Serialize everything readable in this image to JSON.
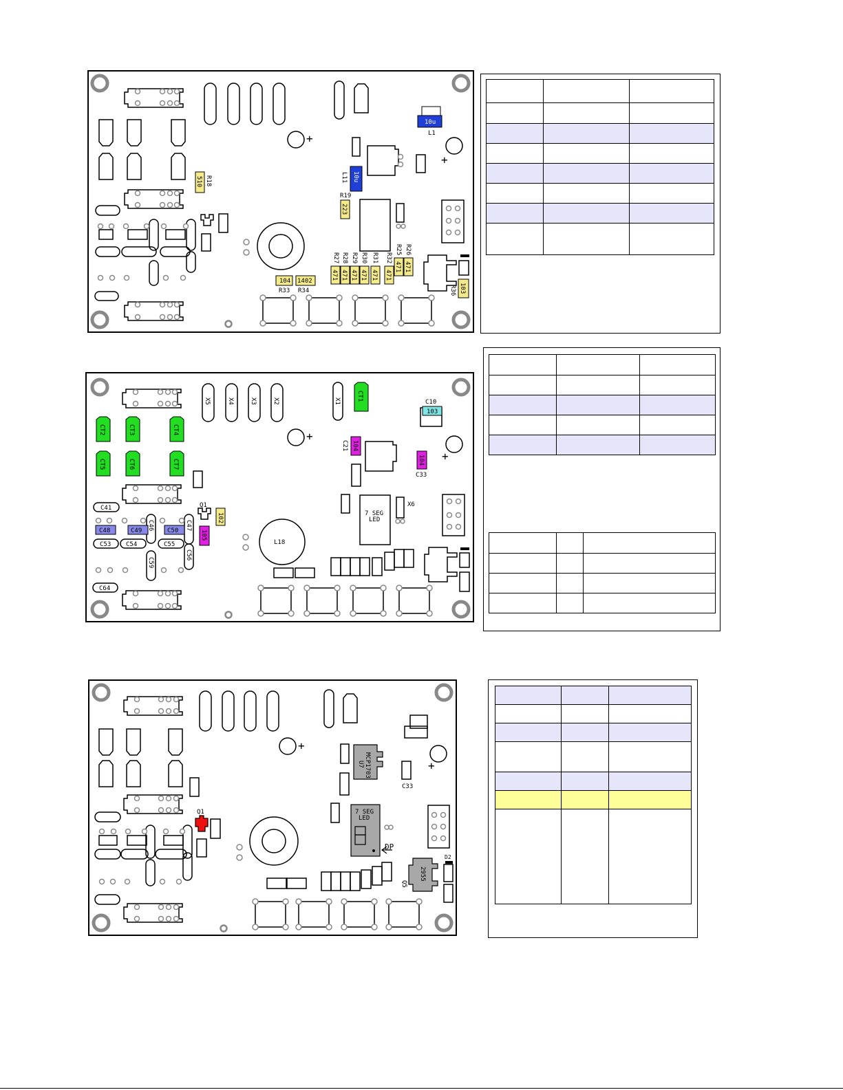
{
  "board1": {
    "parts": {
      "l1_value": "10u",
      "l1_ref": "L1",
      "l11_value": "10u",
      "l11_ref": "L11",
      "r18_value": "510",
      "r18_ref": "R18",
      "r19_value": "223",
      "r19_ref": "R19",
      "r33_value": "104",
      "r33_ref": "R33",
      "r34_value": "1402",
      "r34_ref": "R34",
      "r36_value": "103",
      "r36_ref": "R36",
      "r27": "R27",
      "r28": "R28",
      "r29": "R29",
      "r30": "R30",
      "r31": "R31",
      "r32": "R32",
      "r25": "R25",
      "r26": "R26",
      "res_value": "471",
      "plus": "+"
    }
  },
  "board2": {
    "parts": {
      "x5": "X5",
      "x4": "X4",
      "x3": "X3",
      "x2": "X2",
      "x1": "X1",
      "ct1": "CT1",
      "ct2": "CT2",
      "ct3": "CT3",
      "ct4": "CT4",
      "ct5": "CT5",
      "ct6": "CT6",
      "ct7": "CT7",
      "c10_ref": "C10",
      "c10_value": "103",
      "c21_ref": "C21",
      "c21_value": "104",
      "c33_ref": "C33",
      "c33_value": "104",
      "q1": "Q1",
      "q1_cap": "102",
      "q1_cap2": "105",
      "c41": "C41",
      "c48": "C48",
      "c49": "C49",
      "c50": "C50",
      "c46": "C46",
      "c47": "C47",
      "c53": "C53",
      "c54": "C54",
      "c55": "C55",
      "c56": "C56",
      "c59": "C59",
      "c64": "C64",
      "seg_line1": "7 SEG",
      "seg_line2": "LED",
      "x6": "X6",
      "l18": "L18",
      "plus": "+"
    }
  },
  "board3": {
    "parts": {
      "mcp_line1": "MCP1703",
      "mcp_line2": "U7",
      "c33": "C33",
      "q1": "Q1",
      "seg_line1": "7 SEG",
      "seg_line2": "LED",
      "dp": "DP",
      "d2": "D2",
      "ic_value": "2955",
      "ic_ref": "Q5",
      "plus": "+"
    }
  },
  "colors": {
    "yellow": "#f5eb8c",
    "blue": "#1f3fd6",
    "green": "#22dd22",
    "magenta": "#e020e0",
    "cyan": "#7fe5e5",
    "lavender": "#8888e8",
    "red": "#ee1111",
    "grey": "#a8a8a8",
    "row_shade": "#e6e6fa",
    "row_yellow": "#ffff99"
  }
}
